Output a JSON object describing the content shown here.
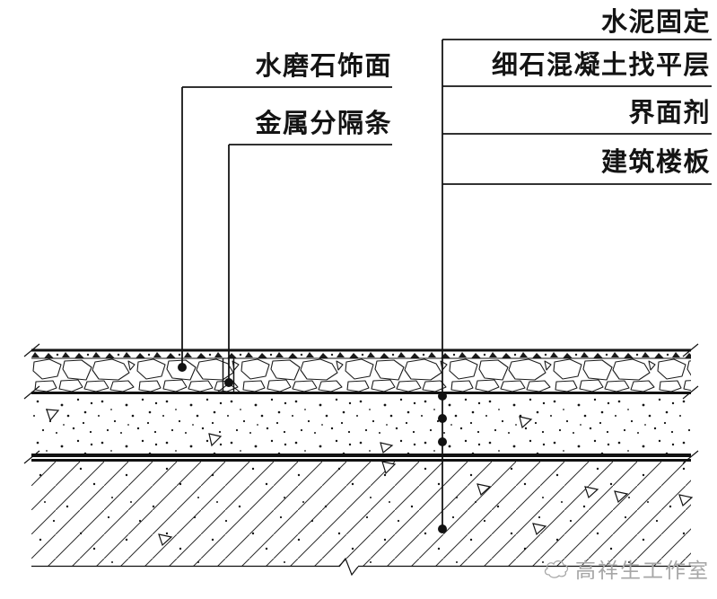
{
  "colors": {
    "ink": "#141414",
    "watermark": "#a6a6a6"
  },
  "annotations": {
    "right": [
      {
        "text": "水泥固定"
      },
      {
        "text": "细石混凝土找平层"
      },
      {
        "text": "界面剂"
      },
      {
        "text": "建筑楼板"
      }
    ],
    "left": [
      {
        "text": "水磨石饰面"
      },
      {
        "text": "金属分隔条"
      }
    ]
  },
  "watermark": {
    "text": "高祥生工作室"
  }
}
